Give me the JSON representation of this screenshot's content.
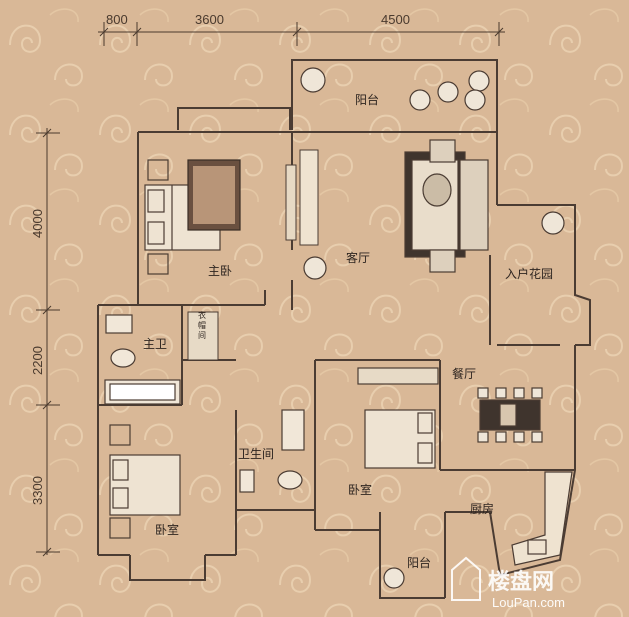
{
  "dimensions_top": [
    "800",
    "3600",
    "4500"
  ],
  "dimensions_left": [
    "4000",
    "2200",
    "3300"
  ],
  "rooms": {
    "balcony_top": "阳台",
    "master_bedroom": "主卧",
    "living_room": "客厅",
    "entry_garden": "入户花园",
    "master_bath": "主卫",
    "closet": "衣帽间",
    "dining": "餐厅",
    "bathroom": "卫生间",
    "bedroom_left": "卧室",
    "bedroom_mid": "卧室",
    "kitchen": "厨房",
    "balcony_bottom": "阳台"
  },
  "watermark": {
    "brand": "楼盘网",
    "url": "LouPan.com"
  },
  "colors": {
    "background": "#d9b897",
    "wall": "#4b3c33",
    "pattern": "#e6caa9"
  }
}
